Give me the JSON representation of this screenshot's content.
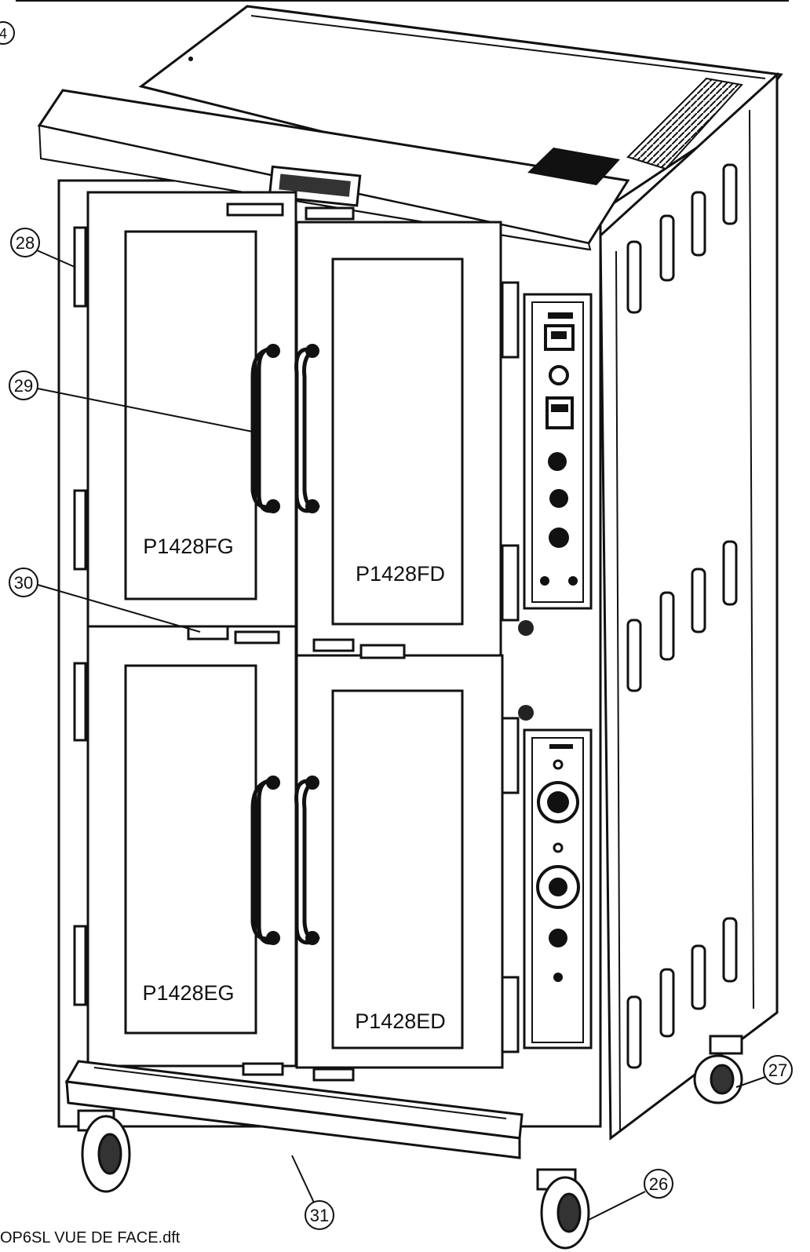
{
  "sheet": {
    "number": "4",
    "filename": "OP6SL VUE DE FACE.dft"
  },
  "doors": [
    {
      "label": "P1428FG"
    },
    {
      "label": "P1428FD"
    },
    {
      "label": "P1428EG"
    },
    {
      "label": "P1428ED"
    }
  ],
  "callouts": [
    {
      "number": "28"
    },
    {
      "number": "29"
    },
    {
      "number": "30"
    },
    {
      "number": "31"
    },
    {
      "number": "26"
    },
    {
      "number": "27"
    }
  ],
  "colors": {
    "line": "#111111",
    "paper": "#ffffff",
    "glass": "#ffffff",
    "dark": "#222222"
  }
}
